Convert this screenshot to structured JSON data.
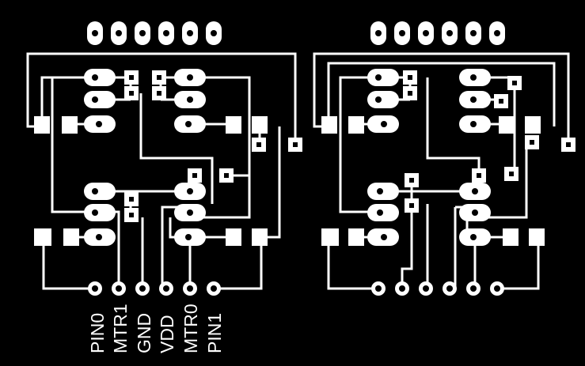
{
  "colors": {
    "background": "#000000",
    "trace": "#ffffff"
  },
  "left_board": {
    "pin_labels": [
      "PIN0",
      "MTR1",
      "GND",
      "VDD",
      "MTR0",
      "PIN1"
    ]
  },
  "right_board": {
    "pin_labels": []
  }
}
